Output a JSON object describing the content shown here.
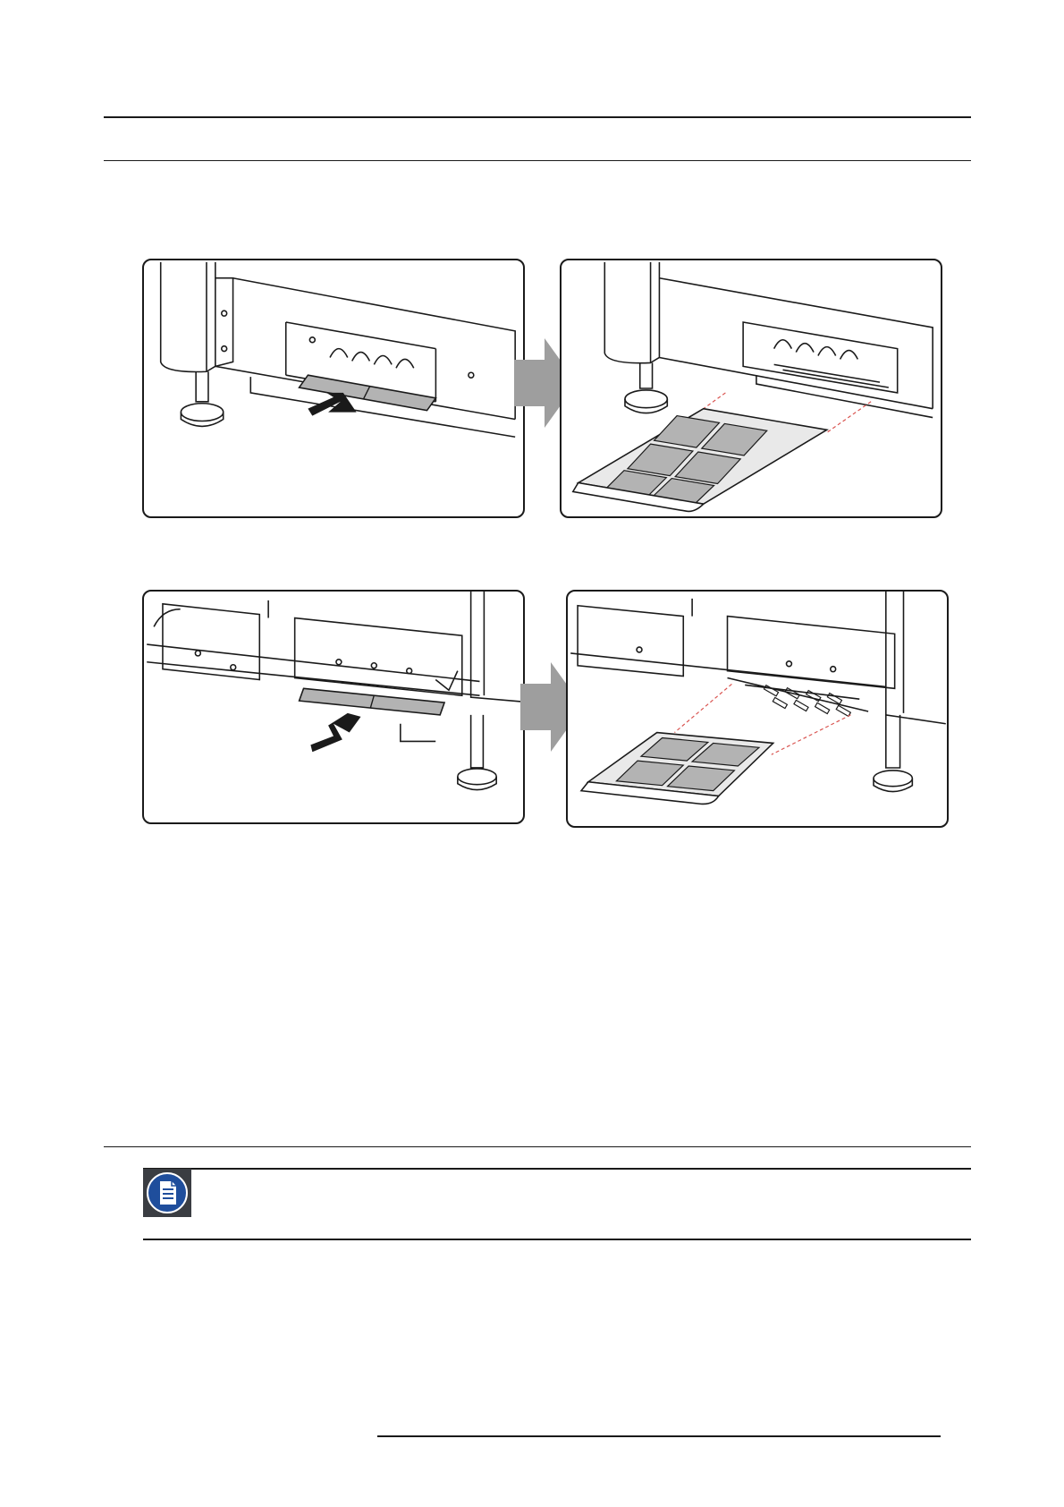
{
  "page": {
    "background": "#ffffff",
    "line_color": "#1a1a1a"
  },
  "figures": [
    {
      "id": "filter-top-pull",
      "description_icon": "arrow-pull-icon"
    },
    {
      "id": "filter-top-removed",
      "description_icon": "dashed-guide-lines"
    },
    {
      "id": "filter-bottom-pull",
      "description_icon": "arrow-pull-icon"
    },
    {
      "id": "filter-bottom-removed",
      "description_icon": "dashed-guide-lines"
    }
  ],
  "colors": {
    "step_arrow": "#9e9e9e",
    "filter_fill": "#b3b3b3",
    "guide_dash": "#d9534f",
    "note_icon_bg": "#3a3d42",
    "note_icon_circle": "#1f4e9c"
  },
  "note": {
    "icon": "note-document-icon"
  }
}
